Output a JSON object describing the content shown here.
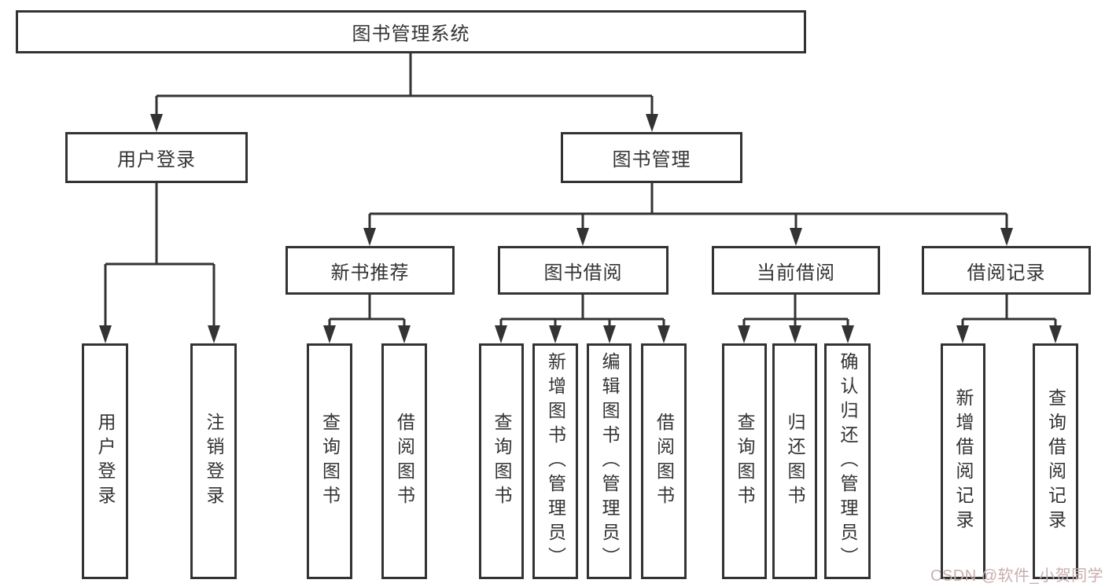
{
  "tree": {
    "root": "图书管理系统",
    "children": [
      {
        "label": "用户登录",
        "children": [
          "用户登录",
          "注销登录"
        ]
      },
      {
        "label": "图书管理",
        "children": [
          {
            "label": "新书推荐",
            "children": [
              "查询图书",
              "借阅图书"
            ]
          },
          {
            "label": "图书借阅",
            "children": [
              "查询图书",
              "新增图书（管理员）",
              "编辑图书（管理员）",
              "借阅图书"
            ]
          },
          {
            "label": "当前借阅",
            "children": [
              "查询图书",
              "归还图书",
              "确认归还（管理员）"
            ]
          },
          {
            "label": "借阅记录",
            "children": [
              "新增借阅记录",
              "查询借阅记录"
            ]
          }
        ]
      }
    ]
  },
  "watermark": {
    "text": "CSDN @软件_小贺同学",
    "color": "#c9aeae"
  },
  "colors": {
    "line": "#333333",
    "text": "#333333",
    "background": "#ffffff"
  }
}
